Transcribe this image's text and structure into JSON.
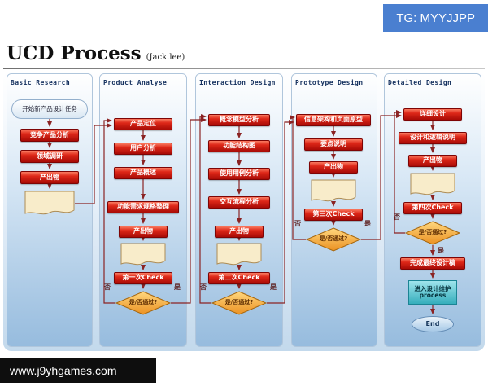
{
  "overlay": {
    "tg_badge": "TG: MYYJJPP",
    "site_badge": "www.j9yhgames.com"
  },
  "header": {
    "title": "UCD Process",
    "subtitle": "(Jack.lee)"
  },
  "labels": {
    "yes": "是",
    "no": "否"
  },
  "columns": [
    {
      "title": "Basic Research",
      "start": "开始新产品设计任务",
      "steps": [
        "竞争产品分析",
        "领域调研",
        "产出物"
      ]
    },
    {
      "title": "Product Analyse",
      "steps": [
        "产品定位",
        "用户分析",
        "产品概述",
        "功能需求规格整理",
        "产出物"
      ],
      "check": "第一次Check",
      "decision": "是/否通过?"
    },
    {
      "title": "Interaction Design",
      "steps": [
        "概念模型分析",
        "功能结构图",
        "使用用例分析",
        "交互流程分析",
        "产出物"
      ],
      "check": "第二次Check",
      "decision": "是/否通过?"
    },
    {
      "title": "Prototype Design",
      "steps": [
        "信息架构和页面原型",
        "要点说明",
        "产出物"
      ],
      "check": "第三次Check",
      "decision": "是/否通过?"
    },
    {
      "title": "Detailed Design",
      "steps": [
        "详细设计",
        "设计和逻辑说明",
        "产出物"
      ],
      "check": "第四次Check",
      "decision": "是/否通过?",
      "final": "完成最终设计稿",
      "maintain": [
        "进入设计维护",
        "process"
      ],
      "end": "End"
    }
  ]
}
